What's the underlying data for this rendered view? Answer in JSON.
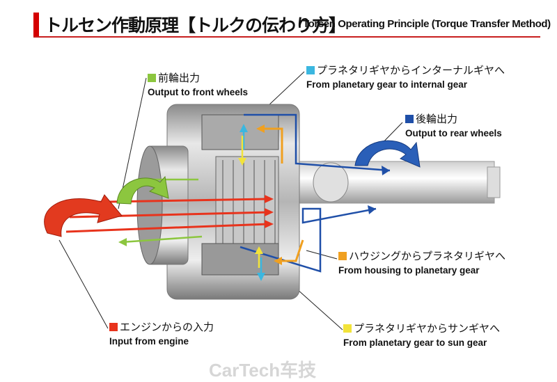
{
  "title": {
    "jp": "トルセン作動原理【トルクの伝わり方】",
    "en": "Torsen Operating Principle (Torque Transfer Method)"
  },
  "labels": [
    {
      "id": "front",
      "jp": "前輪出力",
      "en": "Output to front wheels",
      "color": "#8cc63f"
    },
    {
      "id": "internal",
      "jp": "プラネタリギヤからインターナルギヤへ",
      "en": "From planetary gear to internal gear",
      "color": "#3bb7e0"
    },
    {
      "id": "rear",
      "jp": "後輪出力",
      "en": "Output to rear wheels",
      "color": "#1f4fa8"
    },
    {
      "id": "housing",
      "jp": "ハウジングからプラネタリギヤへ",
      "en": "From housing to planetary gear",
      "color": "#f0a020"
    },
    {
      "id": "sun",
      "jp": "プラネタリギヤからサンギヤへ",
      "en": "From planetary gear to sun gear",
      "color": "#f2e33a"
    },
    {
      "id": "engine",
      "jp": "エンジンからの入力",
      "en": "Input from engine",
      "color": "#e8331c"
    }
  ],
  "watermark": "CarTech车技"
}
